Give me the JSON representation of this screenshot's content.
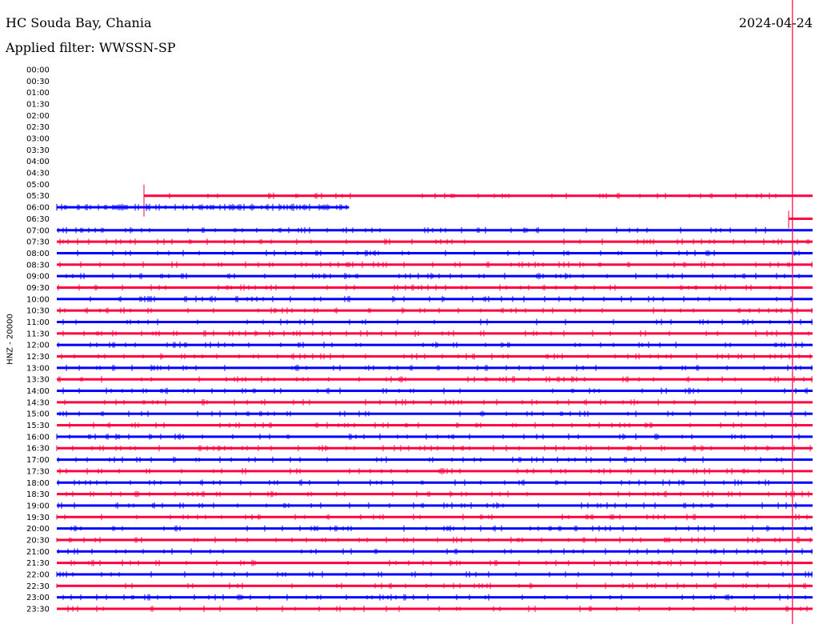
{
  "header": {
    "station": "HC Souda Bay, Chania",
    "filter": "Applied filter: WWSSN-SP",
    "date": "2024-04-24"
  },
  "chart_data": {
    "type": "line",
    "title": "HC Souda Bay, Chania",
    "ylabel": "HNZ - 20000",
    "row_minutes": 30,
    "colors": {
      "hour": "#0000ff",
      "half_hour": "#ff0040",
      "marker": "#ff0040"
    },
    "current_time_minute_offset": 29.2,
    "rows": [
      {
        "label": "00:00",
        "segments": []
      },
      {
        "label": "00:30",
        "segments": []
      },
      {
        "label": "01:00",
        "segments": []
      },
      {
        "label": "01:30",
        "segments": []
      },
      {
        "label": "02:00",
        "segments": []
      },
      {
        "label": "02:30",
        "segments": []
      },
      {
        "label": "03:00",
        "segments": []
      },
      {
        "label": "03:30",
        "segments": []
      },
      {
        "label": "04:00",
        "segments": []
      },
      {
        "label": "04:30",
        "segments": []
      },
      {
        "label": "05:00",
        "segments": []
      },
      {
        "label": "05:30",
        "segments": [
          [
            3.46,
            30
          ]
        ],
        "start_spike": true
      },
      {
        "label": "06:00",
        "segments": [
          [
            0,
            11.6
          ]
        ],
        "noisy": true
      },
      {
        "label": "06:30",
        "segments": [
          [
            29.05,
            30
          ]
        ],
        "start_spike": true
      },
      {
        "label": "07:00",
        "segments": [
          [
            0,
            30
          ]
        ]
      },
      {
        "label": "07:30",
        "segments": [
          [
            0,
            30
          ]
        ]
      },
      {
        "label": "08:00",
        "segments": [
          [
            0,
            30
          ]
        ]
      },
      {
        "label": "08:30",
        "segments": [
          [
            0,
            30
          ]
        ]
      },
      {
        "label": "09:00",
        "segments": [
          [
            0,
            30
          ]
        ]
      },
      {
        "label": "09:30",
        "segments": [
          [
            0,
            30
          ]
        ]
      },
      {
        "label": "10:00",
        "segments": [
          [
            0,
            30
          ]
        ]
      },
      {
        "label": "10:30",
        "segments": [
          [
            0,
            30
          ]
        ]
      },
      {
        "label": "11:00",
        "segments": [
          [
            0,
            30
          ]
        ]
      },
      {
        "label": "11:30",
        "segments": [
          [
            0,
            30
          ]
        ]
      },
      {
        "label": "12:00",
        "segments": [
          [
            0,
            30
          ]
        ]
      },
      {
        "label": "12:30",
        "segments": [
          [
            0,
            30
          ]
        ]
      },
      {
        "label": "13:00",
        "segments": [
          [
            0,
            30
          ]
        ]
      },
      {
        "label": "13:30",
        "segments": [
          [
            0,
            30
          ]
        ]
      },
      {
        "label": "14:00",
        "segments": [
          [
            0,
            30
          ]
        ]
      },
      {
        "label": "14:30",
        "segments": [
          [
            0,
            30
          ]
        ]
      },
      {
        "label": "15:00",
        "segments": [
          [
            0,
            30
          ]
        ]
      },
      {
        "label": "15:30",
        "segments": [
          [
            0,
            30
          ]
        ]
      },
      {
        "label": "16:00",
        "segments": [
          [
            0,
            30
          ]
        ]
      },
      {
        "label": "16:30",
        "segments": [
          [
            0,
            30
          ]
        ]
      },
      {
        "label": "17:00",
        "segments": [
          [
            0,
            30
          ]
        ]
      },
      {
        "label": "17:30",
        "segments": [
          [
            0,
            30
          ]
        ]
      },
      {
        "label": "18:00",
        "segments": [
          [
            0,
            30
          ]
        ]
      },
      {
        "label": "18:30",
        "segments": [
          [
            0,
            30
          ]
        ]
      },
      {
        "label": "19:00",
        "segments": [
          [
            0,
            30
          ]
        ]
      },
      {
        "label": "19:30",
        "segments": [
          [
            0,
            30
          ]
        ]
      },
      {
        "label": "20:00",
        "segments": [
          [
            0,
            30
          ]
        ]
      },
      {
        "label": "20:30",
        "segments": [
          [
            0,
            30
          ]
        ]
      },
      {
        "label": "21:00",
        "segments": [
          [
            0,
            30
          ]
        ]
      },
      {
        "label": "21:30",
        "segments": [
          [
            0,
            30
          ]
        ]
      },
      {
        "label": "22:00",
        "segments": [
          [
            0,
            30
          ]
        ]
      },
      {
        "label": "22:30",
        "segments": [
          [
            0,
            30
          ]
        ]
      },
      {
        "label": "23:00",
        "segments": [
          [
            0,
            30
          ]
        ]
      },
      {
        "label": "23:30",
        "segments": [
          [
            0,
            30
          ]
        ]
      }
    ]
  }
}
